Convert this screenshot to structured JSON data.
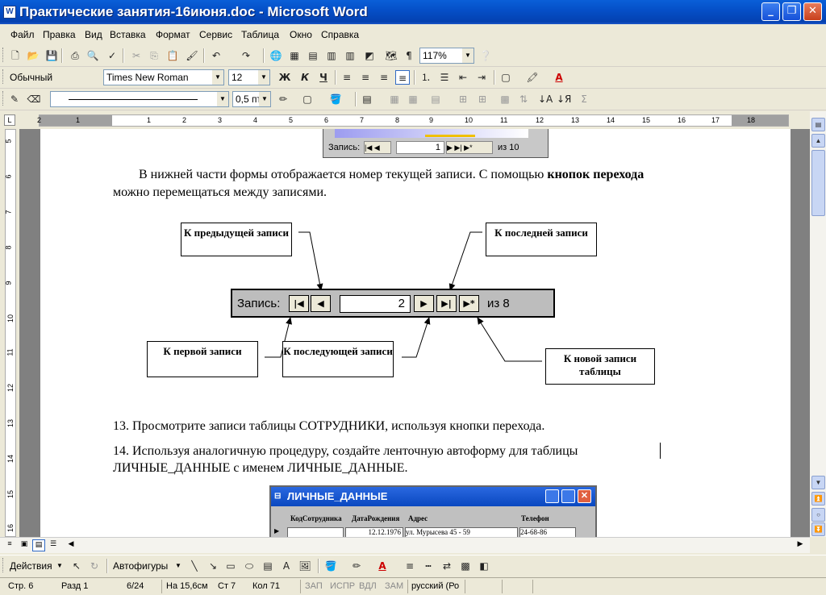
{
  "window": {
    "title": "Практические занятия-16июня.doc - Microsoft Word",
    "icon": "word-doc-icon"
  },
  "menu": [
    "Файл",
    "Правка",
    "Вид",
    "Вставка",
    "Формат",
    "Сервис",
    "Таблица",
    "Окно",
    "Справка"
  ],
  "toolbar_standard": {
    "zoom": "117%"
  },
  "toolbar_format": {
    "style": "Обычный",
    "font": "Times New Roman",
    "size": "12",
    "bold": "Ж",
    "italic": "К",
    "underline": "Ч"
  },
  "toolbar_drawing2": {
    "line_weight": "0,5 пт"
  },
  "ruler": {
    "numbers_h": [
      "2",
      "1",
      "1",
      "2",
      "3",
      "4",
      "5",
      "6",
      "7",
      "8",
      "9",
      "10",
      "11",
      "12",
      "13",
      "14",
      "15",
      "16",
      "17",
      "18"
    ],
    "numbers_v": [
      "5",
      "6",
      "7",
      "8",
      "9",
      "10",
      "11",
      "12",
      "13",
      "14",
      "15",
      "16"
    ]
  },
  "topform": {
    "label": "Запись:",
    "current": "1",
    "of": "из 10"
  },
  "doc": {
    "para1_line1_a": "В нижней части формы отображается номер текущей записи. С помощью ",
    "para1_line1_b": "кнопок перехода",
    "para1_line2": "можно перемещаться между записями.",
    "callout_prev": "К предыдущей записи",
    "callout_last": "К последней записи",
    "callout_first": "К первой записи",
    "callout_next": "К последующей записи",
    "callout_new": "К новой записи таблицы",
    "nav_label": "Запись:",
    "nav_current": "2",
    "nav_of": "из  8",
    "item13_num": "13.",
    "item13_text": "Просмотрите записи таблицы СОТРУДНИКИ, используя кнопки перехода.",
    "item14_num": "14.",
    "item14_line1": "Используя   аналогичную   процедуру,   создайте   ленточную   автоформу   для   таблицы",
    "item14_line2": "ЛИЧНЫЕ_ДАННЫЕ с именем ЛИЧНЫЕ_ДАННЫЕ.",
    "form_title": "ЛИЧНЫЕ_ДАННЫЕ",
    "form_cols": [
      "КодСотрудника",
      "ДатаРождения",
      "Адрес",
      "Телефон"
    ],
    "form_row": [
      "12.12.1976",
      "ул. Мурысева 45 - 59",
      "24-68-86"
    ]
  },
  "drawbar": {
    "actions": "Действия",
    "autoshapes": "Автофигуры"
  },
  "status": {
    "page": "Стр. 6",
    "section": "Разд 1",
    "pages": "6/24",
    "at": "На 15,6см",
    "line": "Ст 7",
    "col": "Кол 71",
    "rec": "ЗАП",
    "trk": "ИСПР",
    "ext": "ВДЛ",
    "ovr": "ЗАМ",
    "lang": "русский (Ро"
  }
}
